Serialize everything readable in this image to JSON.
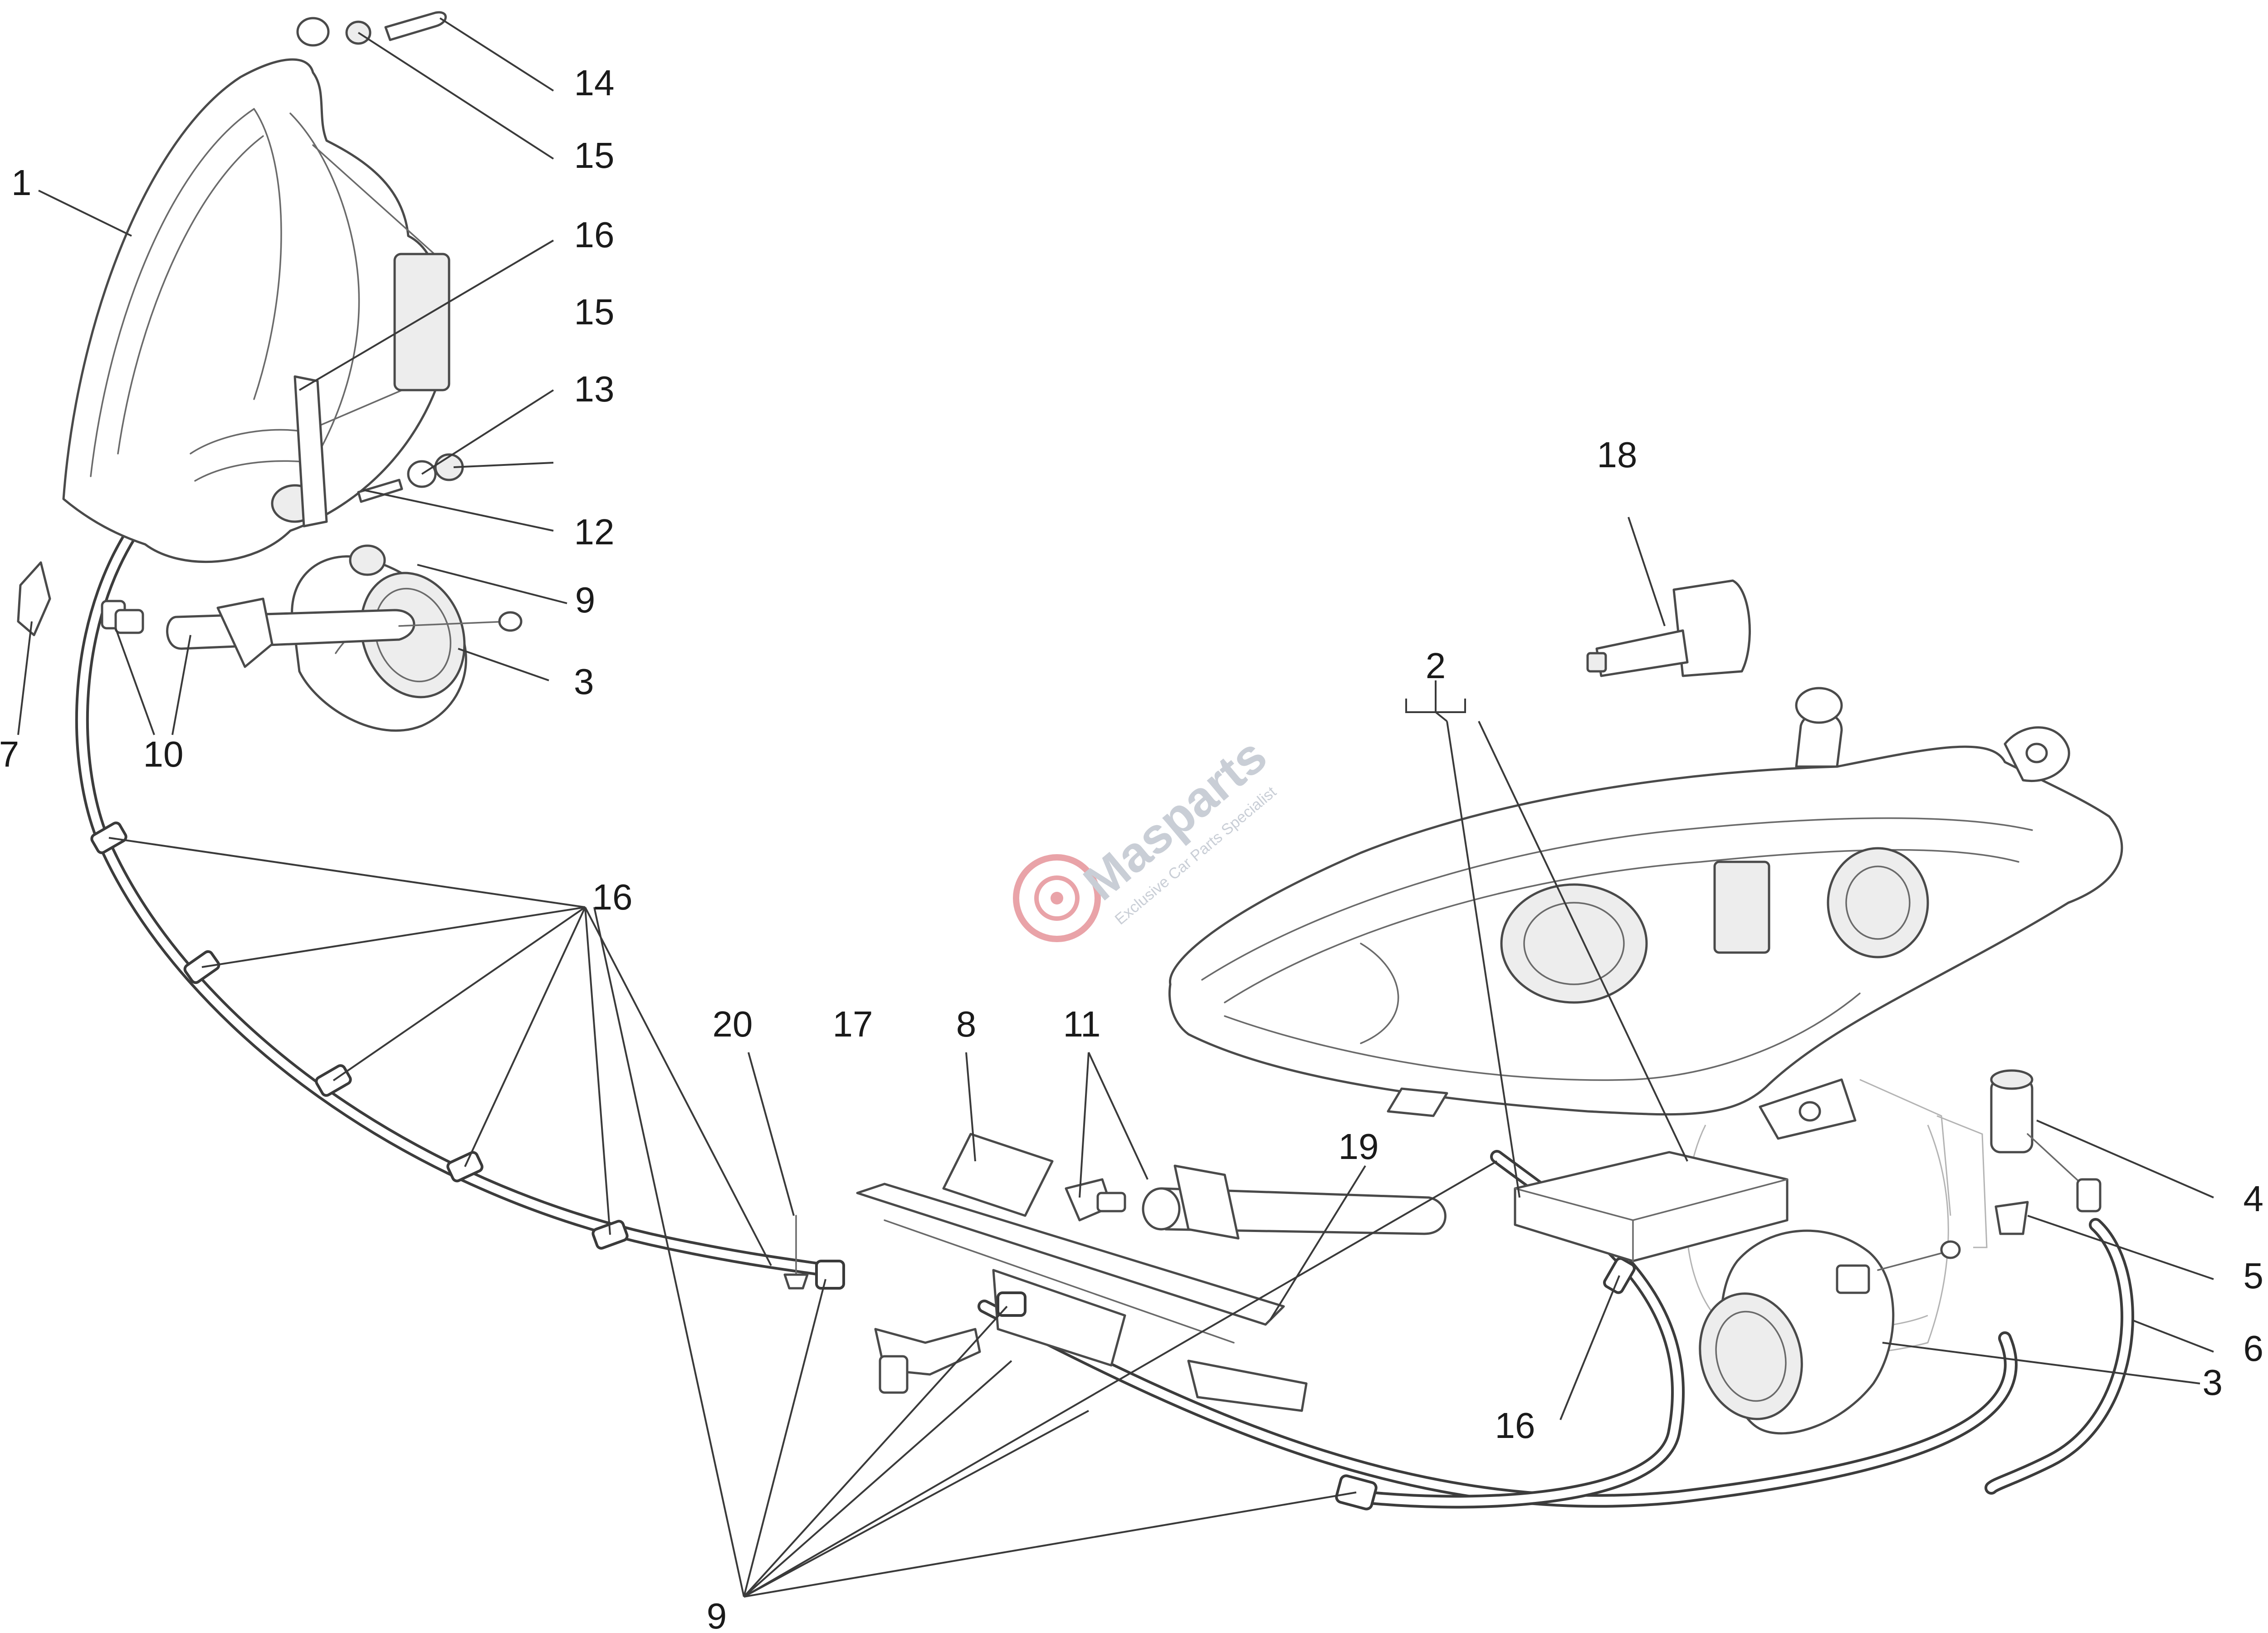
{
  "watermark": {
    "brand": "Masparts",
    "tagline": "Exclusive Car Parts Specialist",
    "brand_color": "#c9ced6",
    "logo_color": "#e9a3a8"
  },
  "colors": {
    "line": "#4a4a4a",
    "background": "#ffffff"
  },
  "callouts": [
    {
      "id": "c1",
      "label": "1"
    },
    {
      "id": "c2",
      "label": "2"
    },
    {
      "id": "c3a",
      "label": "3"
    },
    {
      "id": "c3b",
      "label": "3"
    },
    {
      "id": "c4",
      "label": "4"
    },
    {
      "id": "c5",
      "label": "5"
    },
    {
      "id": "c6",
      "label": "6"
    },
    {
      "id": "c7",
      "label": "7"
    },
    {
      "id": "c8",
      "label": "8"
    },
    {
      "id": "c9a",
      "label": "9"
    },
    {
      "id": "c9b",
      "label": "9"
    },
    {
      "id": "c10",
      "label": "10"
    },
    {
      "id": "c11",
      "label": "11"
    },
    {
      "id": "c12",
      "label": "12"
    },
    {
      "id": "c13",
      "label": "13"
    },
    {
      "id": "c14",
      "label": "14"
    },
    {
      "id": "c15a",
      "label": "15"
    },
    {
      "id": "c15b",
      "label": "15"
    },
    {
      "id": "c16a",
      "label": "16"
    },
    {
      "id": "c16b",
      "label": "16"
    },
    {
      "id": "c16c",
      "label": "16"
    },
    {
      "id": "c17",
      "label": "17"
    },
    {
      "id": "c18",
      "label": "18"
    },
    {
      "id": "c19",
      "label": "19"
    },
    {
      "id": "c20",
      "label": "20"
    }
  ]
}
